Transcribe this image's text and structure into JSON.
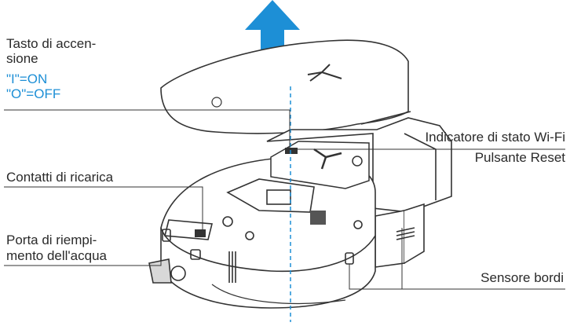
{
  "labels": {
    "power_button": {
      "line1": "Tasto di accen-",
      "line2": "sione",
      "on": "\"I\"=ON",
      "off": "\"O\"=OFF"
    },
    "wifi_indicator": "Indicatore di stato Wi-Fi",
    "reset_button": "Pulsante Reset",
    "charging_contacts": "Contatti di ricarica",
    "water_port": {
      "line1": "Porta di riempi-",
      "line2": "mento dell'acqua"
    },
    "edge_sensor": "Sensore bordi"
  },
  "colors": {
    "arrow": "#1d8fd6",
    "text": "#2a2a2a",
    "accent_text": "#1d8fd6",
    "line": "#333333",
    "dashed_axis": "#1d8fd6"
  },
  "icons": {
    "lift_arrow": "arrow-up-icon"
  }
}
